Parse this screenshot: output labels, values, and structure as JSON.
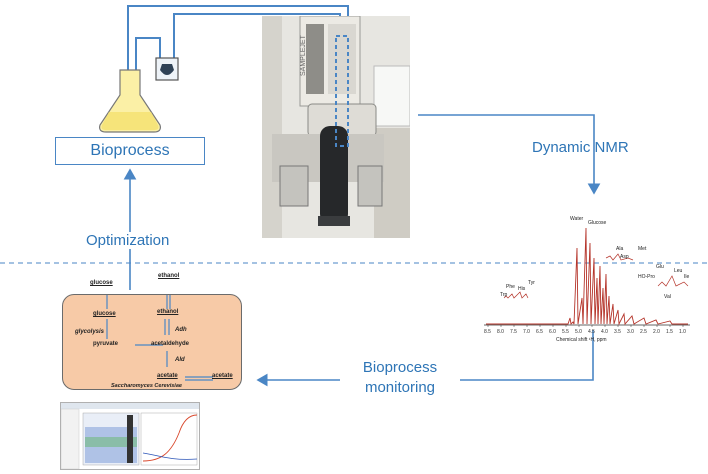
{
  "labels": {
    "bioprocess": "Bioprocess",
    "optimization": "Optimization",
    "dynamic_nmr": "Dynamic  NMR",
    "monitoring_line1": "Bioprocess",
    "monitoring_line2": "monitoring"
  },
  "instrument": {
    "brand": "SAMPLEJET"
  },
  "pathway": {
    "glucose_top": "glucose",
    "glucose": "glucose",
    "glycolysis": "glycolysis",
    "pyruvate": "pyruvate",
    "ethanol_top": "ethanol",
    "ethanol": "ethanol",
    "adh": "Adh",
    "acetaldehyde": "acetaldehyde",
    "ald": "Ald",
    "acetate": "acetate",
    "acetate_out": "acetate",
    "organism": "Saccharomyces Cerevisiae"
  },
  "nmr": {
    "peaks": [
      "Water",
      "Glucose",
      "Ala",
      "Asp",
      "Met",
      "Phe",
      "His",
      "Tyr",
      "Trp",
      "Glu",
      "HO-Pro",
      "Val",
      "Leu",
      "Ile"
    ],
    "x_ticks": [
      "8.5",
      "8.0",
      "7.5",
      "7.0",
      "6.5",
      "6.0",
      "5.5",
      "5.0",
      "4.5",
      "4.0",
      "3.5",
      "3.0",
      "2.5",
      "2.0",
      "1.5",
      "1.0"
    ],
    "xlabel": "Chemical shift ¹H, ppm"
  },
  "colors": {
    "flow_blue": "#4a86c5",
    "label_blue": "#2e75b6",
    "cell_fill": "#f7caa7",
    "spectrum": "#b5352b"
  }
}
